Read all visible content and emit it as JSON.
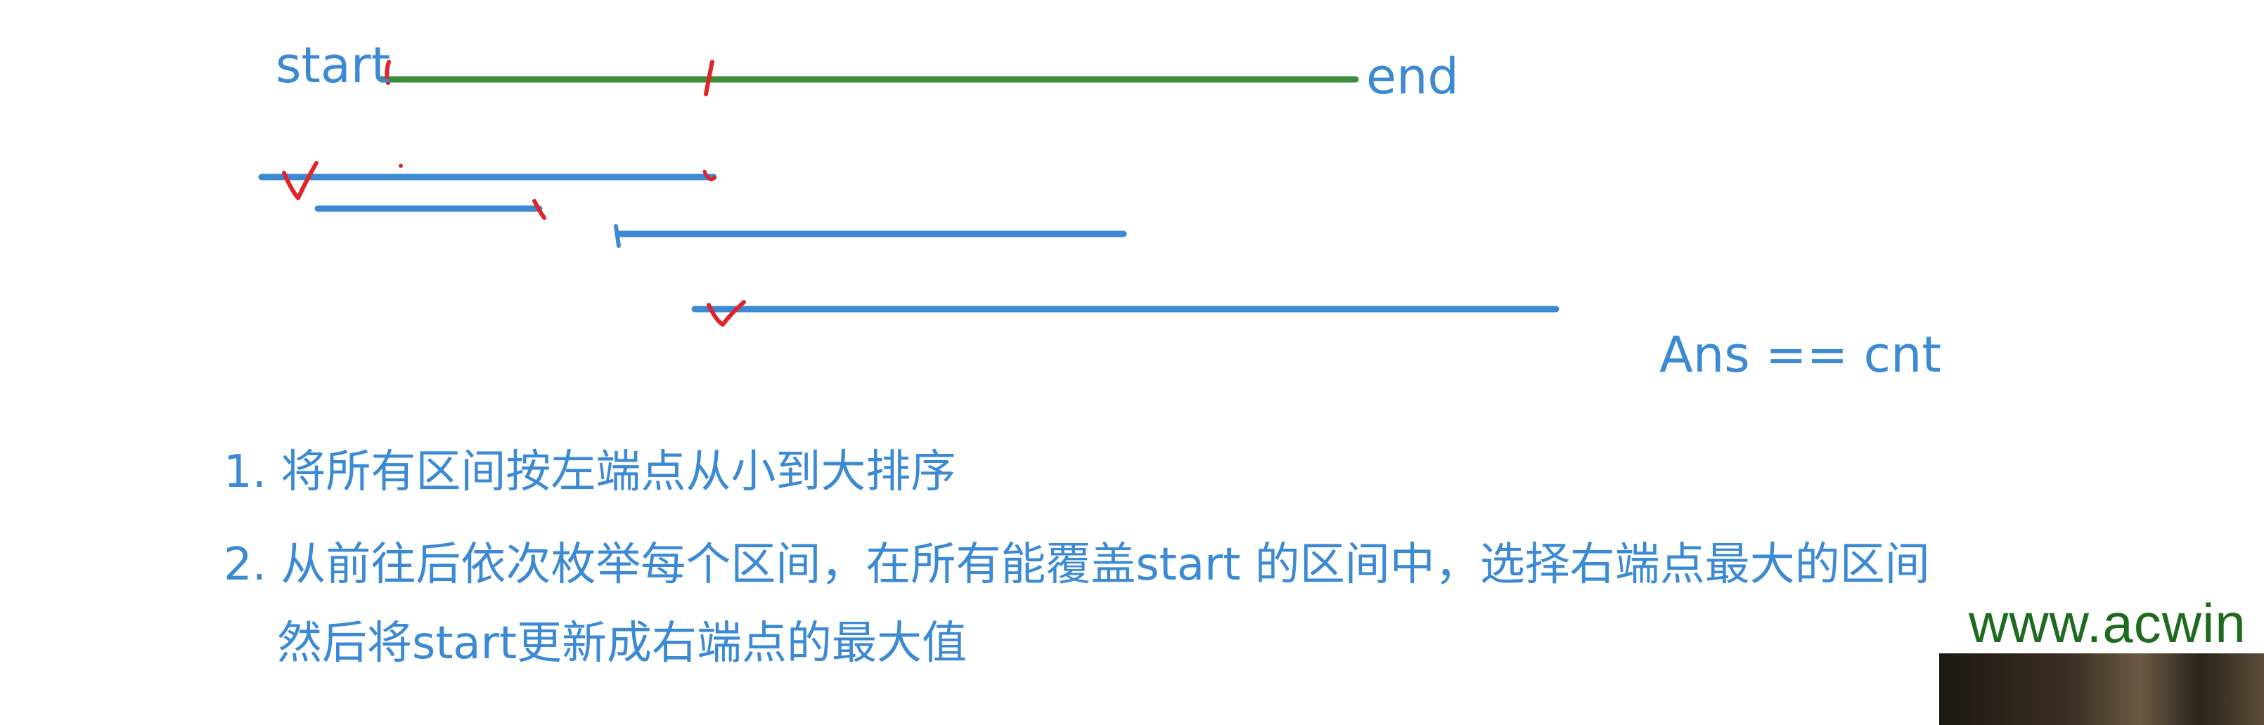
{
  "diagram": {
    "start_label": "start",
    "end_label": "end",
    "answer_label": "Ans == cnt",
    "colors": {
      "target_segment": "#3c8d3c",
      "interval_segment": "#3b8ad3",
      "annotation": "#e0242a"
    }
  },
  "steps": [
    "1. 将所有区间按左端点从小到大排序",
    "2. 从前往后依次枚举每个区间，在所有能覆盖start 的区间中，选择右端点最大的区间",
    "然后将start更新成右端点的最大值"
  ],
  "watermark": "www.acwin"
}
